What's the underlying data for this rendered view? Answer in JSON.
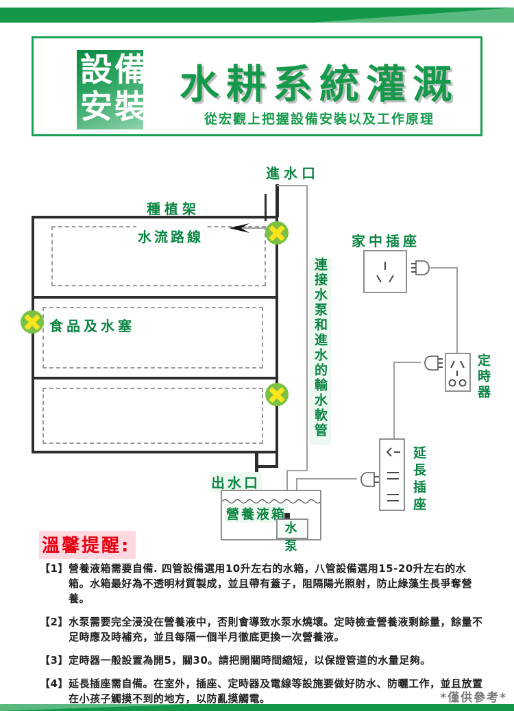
{
  "meta": {
    "accent_green": "#13984a",
    "label_green": "#0b8342",
    "alert_red": "#e60012",
    "alert_bg_pink": "#ffd9e1",
    "valve_circle_green": "#7ac143",
    "valve_x_yellow": "#ffe41c"
  },
  "header": {
    "badge_line1": "設備",
    "badge_line2": "安裝",
    "title": "水耕系統灌溉",
    "subtitle": "從宏觀上把握設備安裝以及工作原理"
  },
  "diagram": {
    "inlet_label": "進水口",
    "rack_label": "種植架",
    "flow_label": "水流路線",
    "food_plug_label": "食品及水塞",
    "hose_label": "連接水泵和進水的輸水軟管",
    "home_socket_label": "家中插座",
    "timer_label": "定時器",
    "extension_label": "延長插座",
    "outlet_label": "出水口",
    "tank_label": "營養液箱",
    "pump_label": "水泵"
  },
  "notes": {
    "heading": "溫馨提醒:",
    "items": [
      {
        "marker": "【1】",
        "text": "營養液箱需要自備. 四管設備選用10升左右的水箱，八管設備選用15-20升左右的水箱。水箱最好為不透明材質製成，並且帶有蓋子，阻隔陽光照射，防止綠藻生長爭奪營養。"
      },
      {
        "marker": "【2】",
        "text": "水泵需要完全浸没在營養液中，否則會導致水泵水燒壞。定時檢查營養液剩餘量，餘量不足時應及時補充，並且每隔一個半月徹底更換一次營養液。"
      },
      {
        "marker": "【3】",
        "text": "定時器一般設置為開5，關30。請把開關時間縮短，以保證管道的水量足夠。"
      },
      {
        "marker": "【4】",
        "text": "延長插座需自備。在室外，插座、定時器及電線等設施要做好防水、防曬工作，並且放置在小孩子觸摸不到的地方，以防亂摸觸電。"
      }
    ]
  },
  "footer": {
    "disclaimer": "*僅供參考*"
  }
}
